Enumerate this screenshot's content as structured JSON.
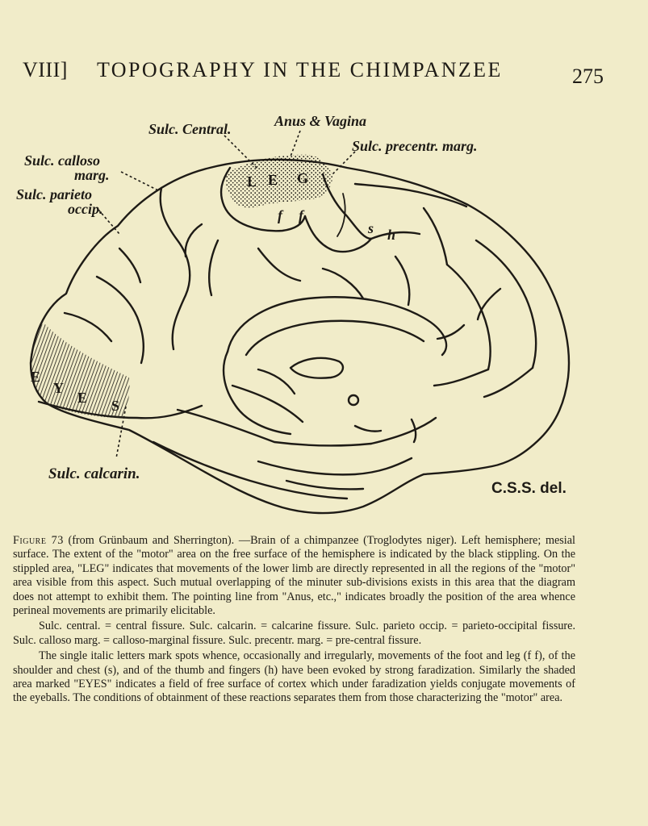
{
  "header": {
    "section": "VIII]",
    "title": "TOPOGRAPHY IN THE CHIMPANZEE",
    "page_number": "275"
  },
  "figure": {
    "labels": {
      "sulc_central": "Sulc. Central.",
      "anus_vagina": "Anus & Vagina",
      "sulc_precentr": "Sulc. precentr. marg.",
      "sulc_calloso_1": "Sulc. calloso",
      "sulc_calloso_2": "marg.",
      "sulc_parieto_1": "Sulc. parieto",
      "sulc_parieto_2": "occip.",
      "sulc_calcarin": "Sulc. calcarin."
    },
    "area_letters": {
      "L": "L",
      "E": "E",
      "G": "G",
      "f1": "f",
      "f2": "f",
      "s": "s",
      "h": "h",
      "eyes": [
        "E",
        "Y",
        "E",
        "S"
      ]
    },
    "credit": "C.S.S. del.",
    "colors": {
      "ink": "#1e1b16",
      "paper": "#f1ecc9"
    }
  },
  "caption": {
    "figure_label": "Figure 73",
    "p1": " (from Grünbaum and Sherrington). —Brain of a chimpanzee (Troglodytes niger). Left hemisphere; mesial surface. The extent of the \"motor\" area on the free surface of the hemisphere is indicated by the black stippling. On the stippled area, \"LEG\" indicates that movements of the lower limb are directly represented in all the regions of the \"motor\" area visible from this aspect. Such mutual overlapping of the minuter sub-divisions exists in this area that the diagram does not attempt to exhibit them. The pointing line from \"Anus, etc.,\" indicates broadly the position of the area whence perineal movements are primarily elicitable.",
    "p2": "Sulc. central. = central fissure. Sulc. calcarin. = calcarine fissure. Sulc. parieto occip. = parieto-occipital fissure. Sulc. calloso marg. = calloso-marginal fissure. Sulc. precentr. marg. = pre-central fissure.",
    "p3": "The single italic letters mark spots whence, occasionally and irregularly, movements of the foot and leg (f f), of the shoulder and chest (s), and of the thumb and fingers (h) have been evoked by strong faradization. Similarly the shaded area marked \"EYES\" indicates a field of free surface of cortex which under faradization yields conjugate movements of the eyeballs. The conditions of obtainment of these reactions separates them from those characterizing the \"motor\" area."
  }
}
